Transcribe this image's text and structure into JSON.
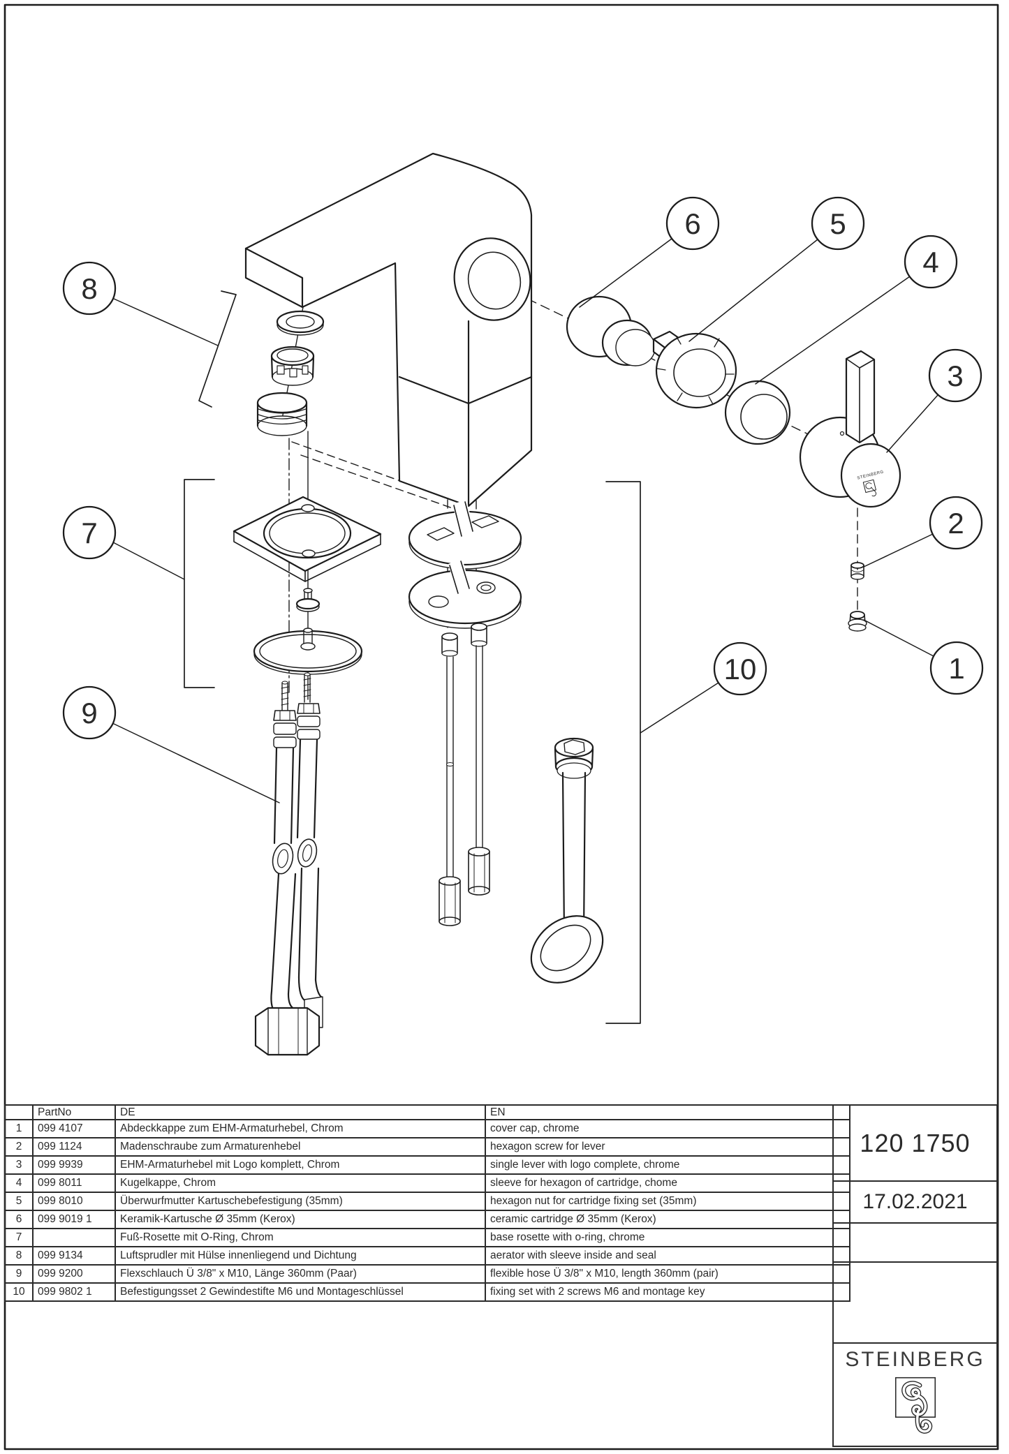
{
  "drawing": {
    "type": "exploded-view technical drawing of single-lever basin mixer",
    "callouts": [
      "1",
      "2",
      "3",
      "4",
      "5",
      "6",
      "7",
      "8",
      "9",
      "10"
    ],
    "brand_on_part": "STEINBERG"
  },
  "table": {
    "headers": {
      "no": "",
      "part_no": "PartNo",
      "de": "DE",
      "en": "EN"
    },
    "rows": [
      {
        "no": "1",
        "part_no": "099 4107",
        "de": "Abdeckkappe zum EHM-Armaturhebel, Chrom",
        "en": "cover cap, chrome"
      },
      {
        "no": "2",
        "part_no": "099 1124",
        "de": "Madenschraube zum Armaturenhebel",
        "en": "hexagon screw for lever"
      },
      {
        "no": "3",
        "part_no": "099 9939",
        "de": "EHM-Armaturhebel mit Logo komplett, Chrom",
        "en": "single lever with logo complete, chrome"
      },
      {
        "no": "4",
        "part_no": "099 8011",
        "de": "Kugelkappe, Chrom",
        "en": "sleeve for hexagon of cartridge, chome"
      },
      {
        "no": "5",
        "part_no": "099 8010",
        "de": "Überwurfmutter Kartuschebefestigung (35mm)",
        "en": "hexagon nut for cartridge fixing set (35mm)"
      },
      {
        "no": "6",
        "part_no": "099 9019 1",
        "de": "Keramik-Kartusche Ø 35mm (Kerox)",
        "en": "ceramic cartridge Ø 35mm (Kerox)"
      },
      {
        "no": "7",
        "part_no": "",
        "de": "Fuß-Rosette mit O-Ring, Chrom",
        "en": "base rosette with o-ring, chrome"
      },
      {
        "no": "8",
        "part_no": "099 9134",
        "de": "Luftsprudler mit Hülse innenliegend und Dichtung",
        "en": "aerator with sleeve inside and seal"
      },
      {
        "no": "9",
        "part_no": "099 9200",
        "de": "Flexschlauch Ü 3/8\" x M10, Länge 360mm (Paar)",
        "en": "flexible hose Ü 3/8\" x M10, length 360mm (pair)"
      },
      {
        "no": "10",
        "part_no": "099 9802 1",
        "de": "Befestigungsset 2 Gewindestifte M6 und Montageschlüssel",
        "en": "fixing set with 2 screws M6 and montage key"
      }
    ]
  },
  "title_block": {
    "product_no": "120 1750",
    "date": "17.02.2021",
    "brand": "STEINBERG"
  }
}
